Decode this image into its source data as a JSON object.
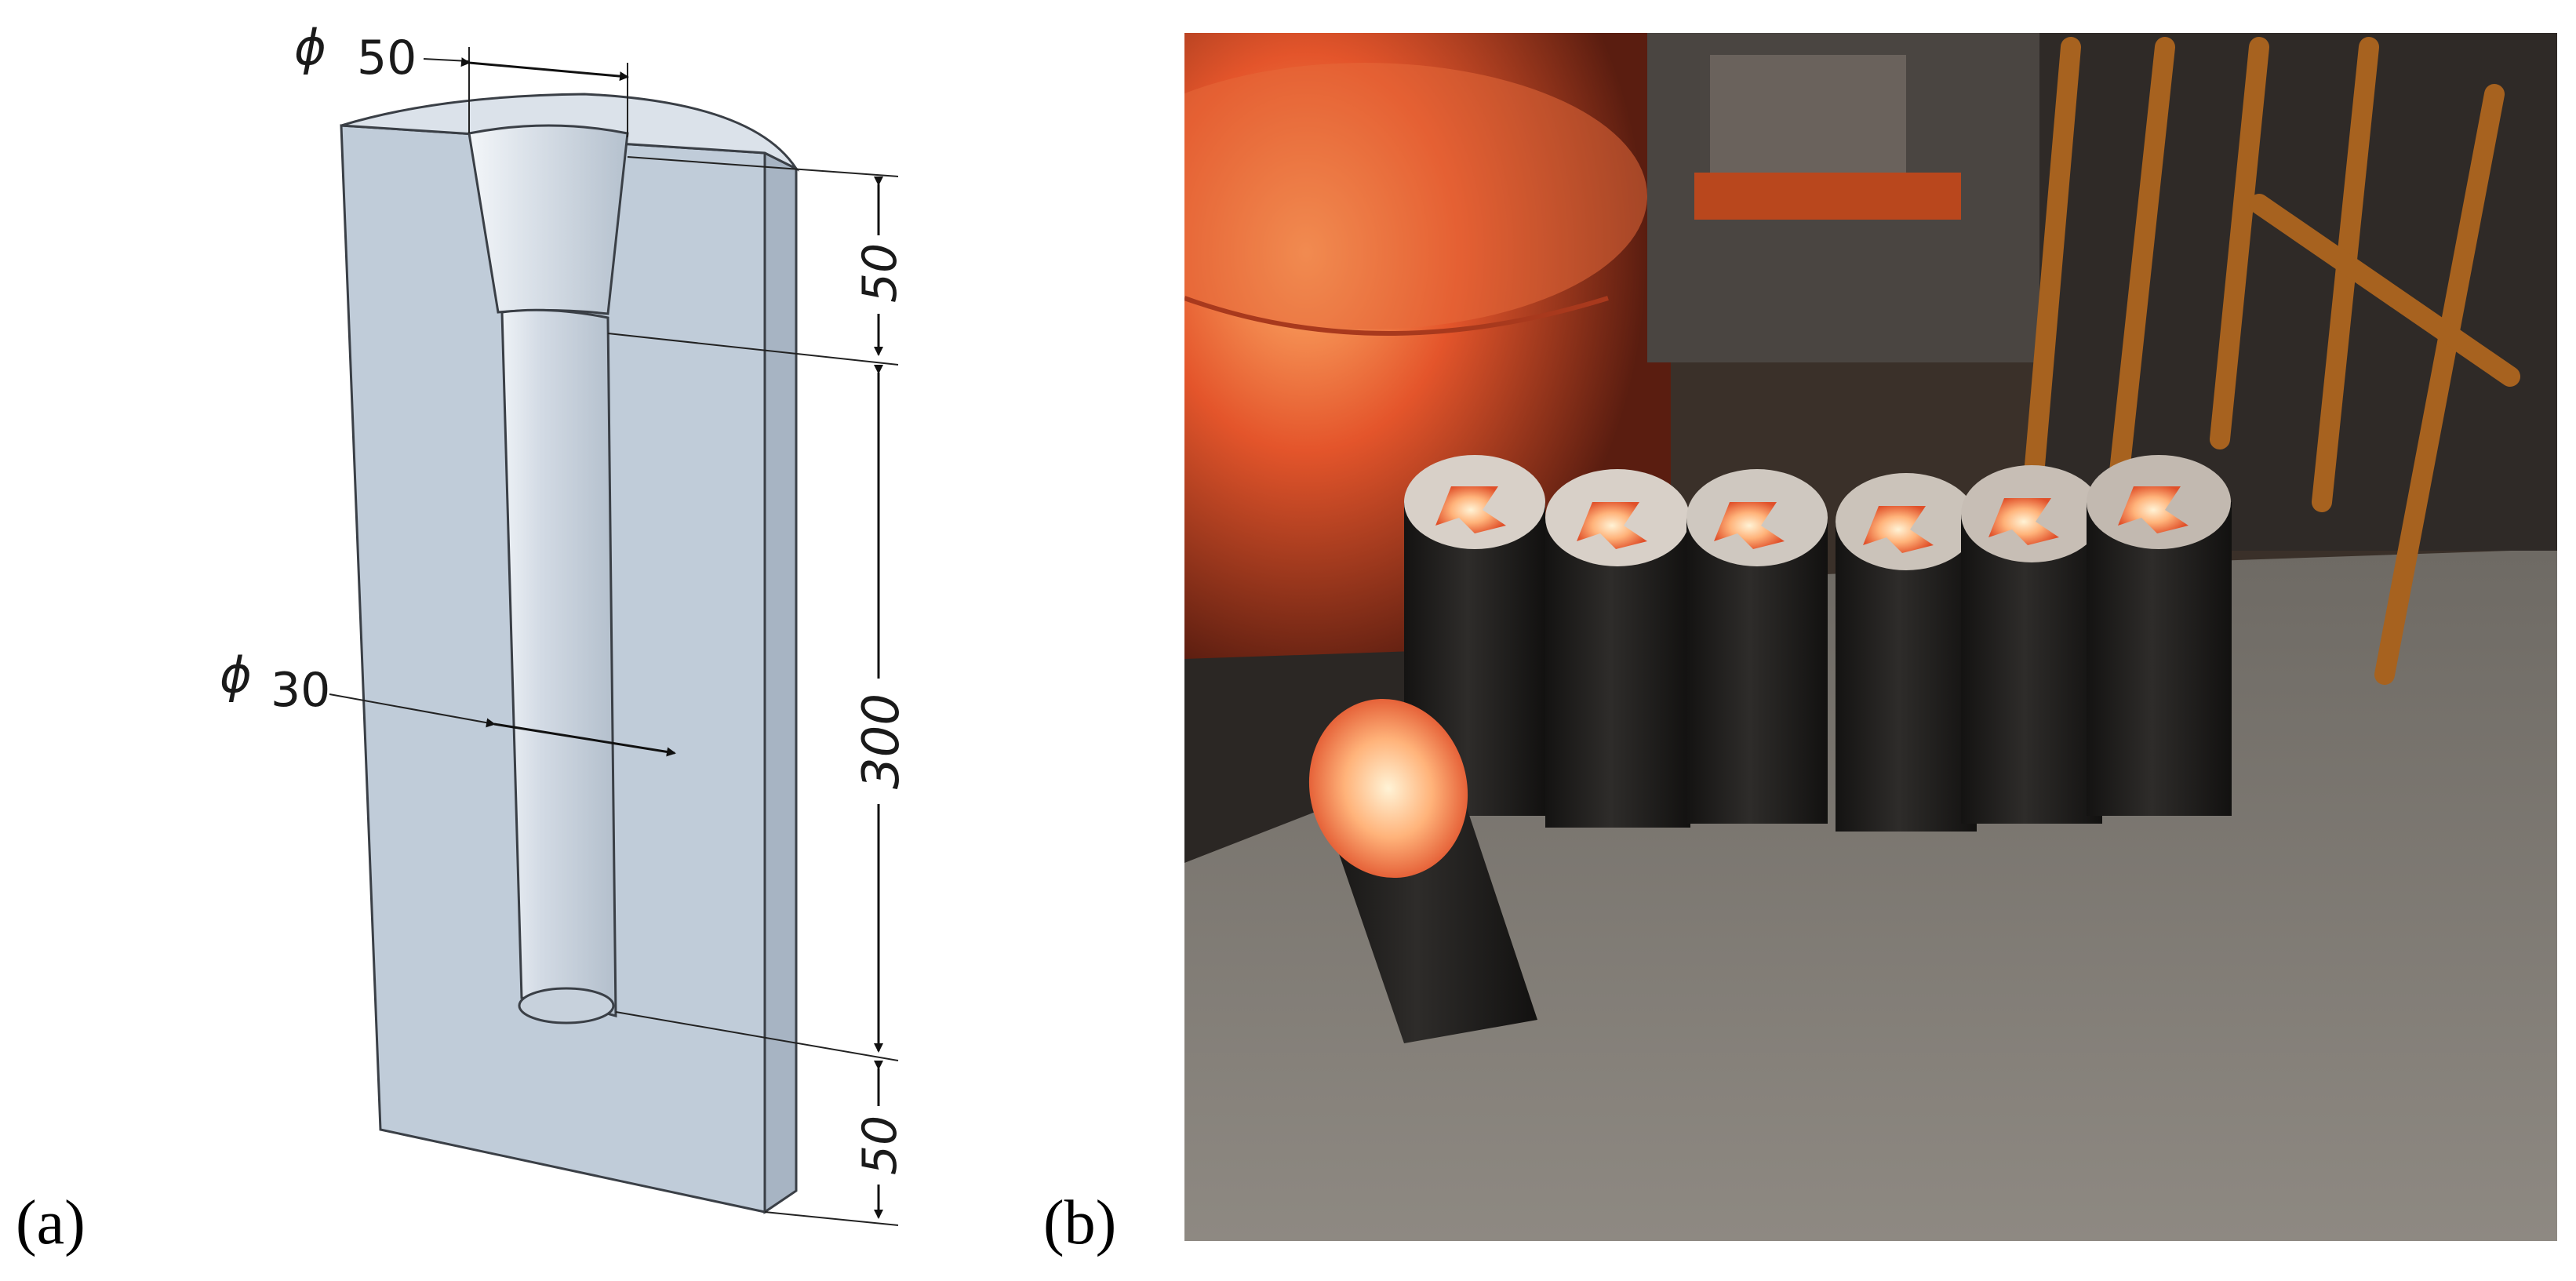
{
  "panel_a": {
    "label": "(a)",
    "diameter_top": {
      "symbol": "ϕ",
      "value": "50"
    },
    "diameter_mid": {
      "symbol": "ϕ",
      "value": "30"
    },
    "dim_top_height": "50",
    "dim_body_height": "300",
    "dim_bottom_height": "50"
  },
  "panel_b": {
    "label": "(b)"
  },
  "colors": {
    "mold_face": "#c0ccd9",
    "mold_side": "#a9b6c4",
    "mold_top": "#d9e0e8",
    "cavity": "#d6dde6",
    "furnace_glow": "#e4552b",
    "billet": "#1f1e1d",
    "floor": "#7f7a73"
  }
}
